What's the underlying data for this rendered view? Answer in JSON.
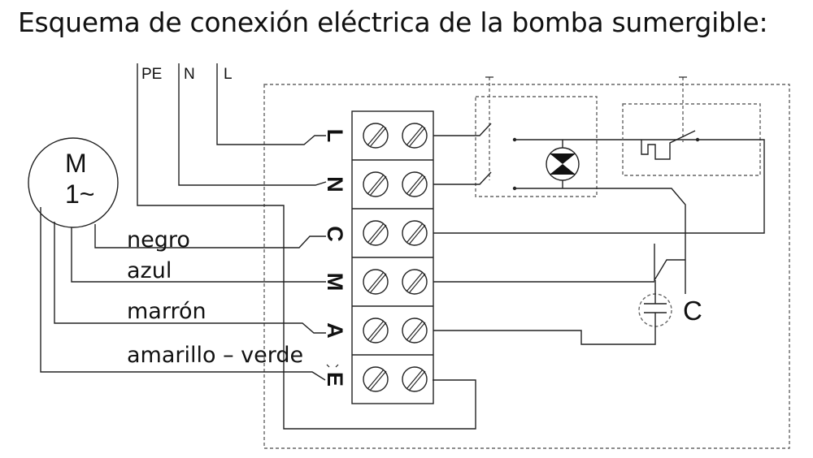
{
  "title": "Esquema de conexión eléctrica de la bomba sumergible:",
  "supply": {
    "pe": "PE",
    "n": "N",
    "l": "L"
  },
  "motor": {
    "m": "M",
    "phase": "1~"
  },
  "terminals": [
    "L",
    "N",
    "C",
    "M",
    "A",
    "E"
  ],
  "wires": {
    "negro": "negro",
    "azul": "azul",
    "marron": "marrón",
    "amarillo_verde": "amarillo – verde"
  },
  "capacitor": "C"
}
